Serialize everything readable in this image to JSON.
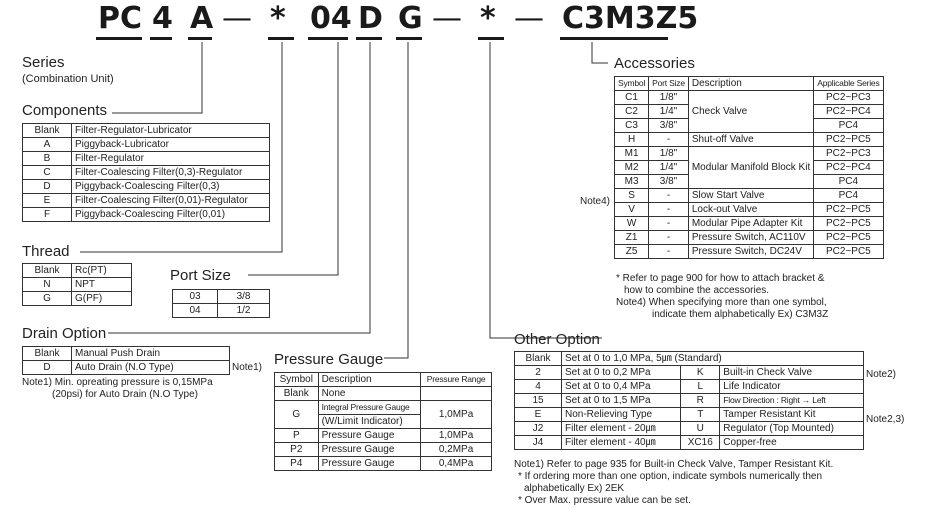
{
  "header": {
    "code": [
      "PC",
      "4",
      "A",
      "—",
      "*",
      "04",
      "D",
      "G",
      "—",
      "*",
      "—",
      "C3M3Z5"
    ]
  },
  "series": {
    "title": "Series",
    "subtitle": "(Combination Unit)"
  },
  "components": {
    "title": "Components",
    "rows": [
      [
        "Blank",
        "Filter-Regulator-Lubricator"
      ],
      [
        "A",
        "Piggyback-Lubricator"
      ],
      [
        "B",
        "Filter-Regulator"
      ],
      [
        "C",
        "Filter-Coalescing Filter(0,3)-Regulator"
      ],
      [
        "D",
        "Piggyback-Coalescing Filter(0,3)"
      ],
      [
        "E",
        "Filter-Coalescing Filter(0,01)-Regulator"
      ],
      [
        "F",
        "Piggyback-Coalescing Filter(0,01)"
      ]
    ]
  },
  "thread": {
    "title": "Thread",
    "rows": [
      [
        "Blank",
        "Rc(PT)"
      ],
      [
        "N",
        "NPT"
      ],
      [
        "G",
        "G(PF)"
      ]
    ]
  },
  "port_size": {
    "title": "Port Size",
    "rows": [
      [
        "03",
        "3/8"
      ],
      [
        "04",
        "1/2"
      ]
    ]
  },
  "drain": {
    "title": "Drain Option",
    "rows": [
      [
        "Blank",
        "Manual Push Drain"
      ],
      [
        "D",
        "Auto Drain (N.O Type)"
      ]
    ],
    "side_note": "Note1)",
    "note_line1": "Note1) Min. opreating pressure is 0,15MPa",
    "note_line2": "(20psi) for Auto Drain (N.O Type)"
  },
  "gauge": {
    "title": "Pressure Gauge",
    "header": [
      "Symbol",
      "Description",
      "Pressure Range"
    ],
    "rows": [
      [
        "Blank",
        "None",
        ""
      ],
      [
        "G",
        "Integral Pressure Gauge",
        "1,0MPa"
      ],
      [
        "",
        "(W/Limit Indicator)",
        ""
      ],
      [
        "P",
        "Pressure Gauge",
        "1,0MPa"
      ],
      [
        "P2",
        "Pressure Gauge",
        "0,2MPa"
      ],
      [
        "P4",
        "Pressure Gauge",
        "0,4MPa"
      ]
    ]
  },
  "accessories": {
    "title": "Accessories",
    "header": [
      "Symbol",
      "Port Size",
      "Description",
      "Applicable Series"
    ],
    "rows": [
      [
        "C1",
        "1/8\"",
        "",
        "PC2~PC3"
      ],
      [
        "C2",
        "1/4\"",
        "Check Valve",
        "PC2~PC4"
      ],
      [
        "C3",
        "3/8\"",
        "",
        "PC4"
      ],
      [
        "H",
        "-",
        "Shut-off Valve",
        "PC2~PC5"
      ],
      [
        "M1",
        "1/8\"",
        "",
        "PC2~PC3"
      ],
      [
        "M2",
        "1/4\"",
        "Modular Manifold Block Kit",
        "PC2~PC4"
      ],
      [
        "M3",
        "3/8\"",
        "",
        "PC4"
      ],
      [
        "S",
        "-",
        "Slow Start Valve",
        "PC4"
      ],
      [
        "V",
        "-",
        "Lock-out Valve",
        "PC2~PC5"
      ],
      [
        "W",
        "-",
        "Modular Pipe Adapter Kit",
        "PC2~PC5"
      ],
      [
        "Z1",
        "-",
        "Pressure Switch, AC110V",
        "PC2~PC5"
      ],
      [
        "Z5",
        "-",
        "Pressure Switch, DC24V",
        "PC2~PC5"
      ]
    ],
    "side_note": "Note4)",
    "notes": [
      "* Refer to page 900 for how to attach bracket &",
      "how to combine the accessories.",
      "Note4) When specifying more than one symbol,",
      "indicate them alphabetically Ex) C3M3Z"
    ]
  },
  "other": {
    "title": "Other Option",
    "blank_row": [
      "Blank",
      "Set at 0 to 1,0 MPa, 5㎛ (Standard)"
    ],
    "rows": [
      [
        "2",
        "Set at 0 to 0,2 MPa",
        "K",
        "Built-in Check Valve"
      ],
      [
        "4",
        "Set at 0 to 0,4 MPa",
        "L",
        "Life Indicator"
      ],
      [
        "15",
        "Set at 0 to 1,5 MPa",
        "R",
        "Flow Direction : Right → Left"
      ],
      [
        "E",
        "Non-Relieving Type",
        "T",
        "Tamper Resistant Kit"
      ],
      [
        "J2",
        "Filter element - 20㎛",
        "U",
        "Regulator (Top Mounted)"
      ],
      [
        "J4",
        "Filter element - 40㎛",
        "XC16",
        "Copper-free"
      ]
    ],
    "side_note_k": "Note2)",
    "side_note_t": "Note2,3)",
    "notes": [
      "Note1) Refer to page 935 for Built-in Check Valve, Tamper Resistant Kit.",
      "* If ordering more than one option, indicate symbols numerically then",
      "alphabetically Ex) 2EK",
      "* Over Max. pressure value can be set."
    ]
  }
}
